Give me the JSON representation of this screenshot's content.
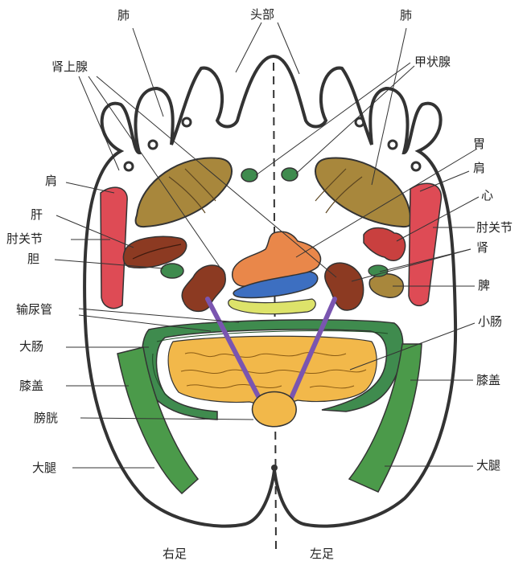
{
  "labels": {
    "right_foot": "右足",
    "left_foot": "左足",
    "head": "头部",
    "lung_right": "肺",
    "lung_left": "肺",
    "adrenal": "肾上腺",
    "thyroid": "甲状腺",
    "stomach": "胃",
    "shoulder_right": "肩",
    "shoulder_left": "肩",
    "heart": "心",
    "liver": "肝",
    "elbow_right": "肘关节",
    "elbow_left": "肘关节",
    "gallbladder": "胆",
    "kidney": "肾",
    "spleen": "脾",
    "ureter": "输尿管",
    "small_intestine": "小肠",
    "large_intestine": "大肠",
    "knee_right": "膝盖",
    "knee_left": "膝盖",
    "bladder": "膀胱",
    "thigh_right": "大腿",
    "thigh_left": "大腿"
  },
  "colors": {
    "lung": "#a8873c",
    "thyroid": "#3f8b4e",
    "shoulder": "#de4b55",
    "liver": "#8c3a22",
    "gallbladder": "#3f8b4e",
    "stomach": "#e9874a",
    "pancreas": "#3d6fc1",
    "duodenum": "#dde36a",
    "kidney": "#8c3a22",
    "ureter": "#7a55b0",
    "large_intestine": "#3f8b4e",
    "small_intestine": "#f2b84a",
    "bladder": "#f2b84a",
    "knee_thigh": "#4b9a4a",
    "heart": "#c9403f",
    "spleen": "#a8873c",
    "outline": "#333333"
  }
}
